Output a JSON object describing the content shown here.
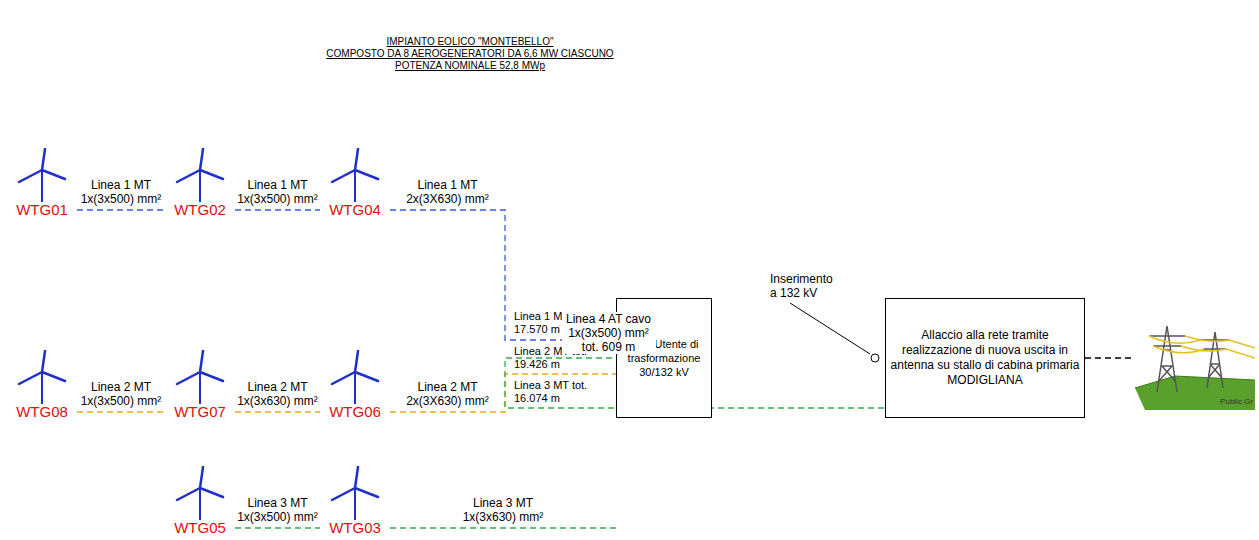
{
  "diagram": {
    "title": "IMPIANTO EOLICO \"MONTEBELLO\"",
    "nodes": [
      {
        "text": [
          "WTG01"
        ]
      },
      {
        "text": [
          "WTG02"
        ]
      },
      {
        "text": [
          "WTG04"
        ]
      },
      {
        "text": [
          "WTG08"
        ]
      },
      {
        "text": [
          "WTG07"
        ]
      },
      {
        "text": [
          "WTG06"
        ]
      },
      {
        "text": [
          "WTG05"
        ]
      },
      {
        "text": [
          "WTG03"
        ]
      },
      {
        "text": [
          "SSE Utente di trasformazione 30/132 kV"
        ]
      },
      {
        "text": [
          "Allaccio alla rete tramite realizzazione di nuova uscita in antenna su stallo di cabina primaria MODIGLIANA"
        ]
      },
      {
        "text": [
          "Public Gr"
        ]
      }
    ],
    "edges": [
      {
        "from": 0,
        "to": 1,
        "arrow": "none",
        "label": "Linea 1 MT 1x(3x500) mm²"
      },
      {
        "from": 1,
        "to": 2,
        "arrow": "none",
        "label": "Linea 1 MT 1x(3x500) mm²"
      },
      {
        "from": 2,
        "to": 8,
        "arrow": "none",
        "label": "Linea 1 MT 2x(3X630) mm²"
      },
      {
        "from": 3,
        "to": 4,
        "arrow": "none",
        "label": "Linea 2 MT 1x(3x500) mm²"
      },
      {
        "from": 4,
        "to": 5,
        "arrow": "none",
        "label": "Linea 2 MT 1x(3x630) mm²"
      },
      {
        "from": 5,
        "to": 8,
        "arrow": "none",
        "label": "Linea 2 MT 2x(3X630) mm²"
      },
      {
        "from": 6,
        "to": 7,
        "arrow": "none",
        "label": "Linea 3 MT 1x(3x500) mm²"
      },
      {
        "from": 7,
        "to": 8,
        "arrow": "none",
        "label": "Linea 3 MT 1x(3x630) mm²"
      },
      {
        "from": 8,
        "to": 9,
        "arrow": "none",
        "label": "Linea 4 AT cavo 1x(3x500) mm² tot. 609 m"
      },
      {
        "from": 9,
        "to": 10,
        "arrow": "none"
      }
    ],
    "labels": [
      "COMPOSTO DA 8 AEROGENERATORI DA 6,6 MW CIASCUNO",
      "POTENZA NOMINALE 52,8 MWp",
      "Linea 1 MT tot. 17.570 m",
      "Linea 2 MT tot. 19.426 m",
      "Linea 3 MT tot. 16.074 m",
      "Inserimento a 132 kV"
    ]
  }
}
